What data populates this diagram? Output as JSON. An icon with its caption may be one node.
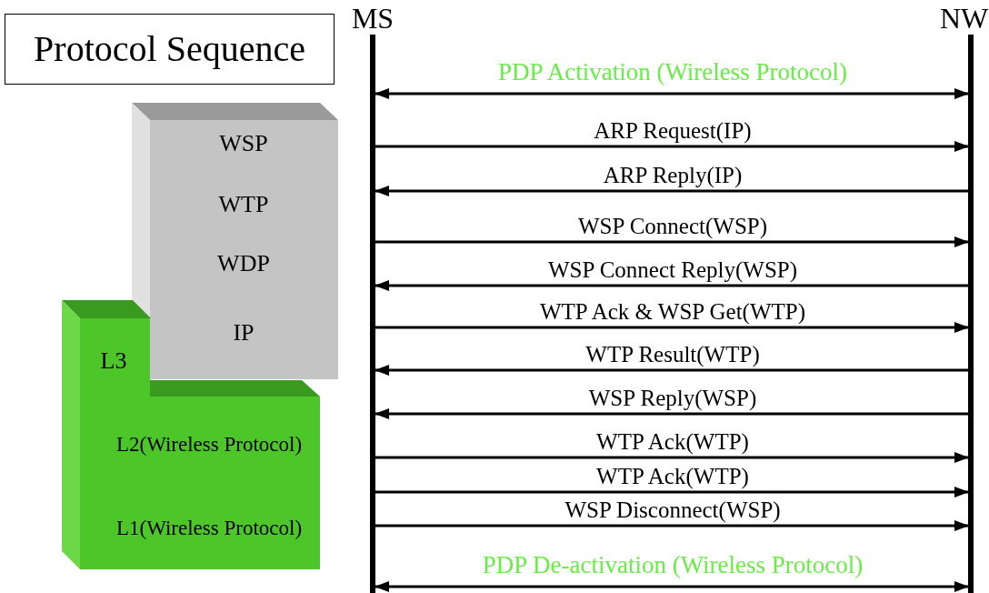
{
  "diagram": {
    "title": "Protocol Sequence",
    "nodes": [
      {
        "text": [
          "MS"
        ]
      },
      {
        "text": [
          "NW"
        ]
      },
      {
        "text": [
          "WSP",
          "WTP",
          "WDP",
          "IP"
        ]
      },
      {
        "text": [
          "L3",
          "L2(Wireless Protocol)",
          "L1(Wireless Protocol)"
        ]
      }
    ],
    "edges": [
      {
        "from": 0,
        "to": 1,
        "arrow": "both",
        "label": "PDP Activation (Wireless Protocol)"
      },
      {
        "from": 0,
        "to": 1,
        "arrow": "to",
        "label": "ARP Request(IP)"
      },
      {
        "from": 1,
        "to": 0,
        "arrow": "to",
        "label": "ARP Reply(IP)"
      },
      {
        "from": 0,
        "to": 1,
        "arrow": "to",
        "label": "WSP Connect(WSP)"
      },
      {
        "from": 1,
        "to": 0,
        "arrow": "to",
        "label": "WSP Connect Reply(WSP)"
      },
      {
        "from": 0,
        "to": 1,
        "arrow": "to",
        "label": "WTP Ack & WSP Get(WTP)"
      },
      {
        "from": 1,
        "to": 0,
        "arrow": "to",
        "label": "WTP Result(WTP)"
      },
      {
        "from": 1,
        "to": 0,
        "arrow": "to",
        "label": "WSP Reply(WSP)"
      },
      {
        "from": 0,
        "to": 1,
        "arrow": "to",
        "label": "WTP Ack(WTP)"
      },
      {
        "from": 0,
        "to": 1,
        "arrow": "to",
        "label": "WTP Ack(WTP)"
      },
      {
        "from": 0,
        "to": 1,
        "arrow": "to",
        "label": "WSP Disconnect(WSP)"
      },
      {
        "from": 0,
        "to": 1,
        "arrow": "both",
        "label": "PDP De-activation (Wireless Protocol)"
      }
    ]
  }
}
